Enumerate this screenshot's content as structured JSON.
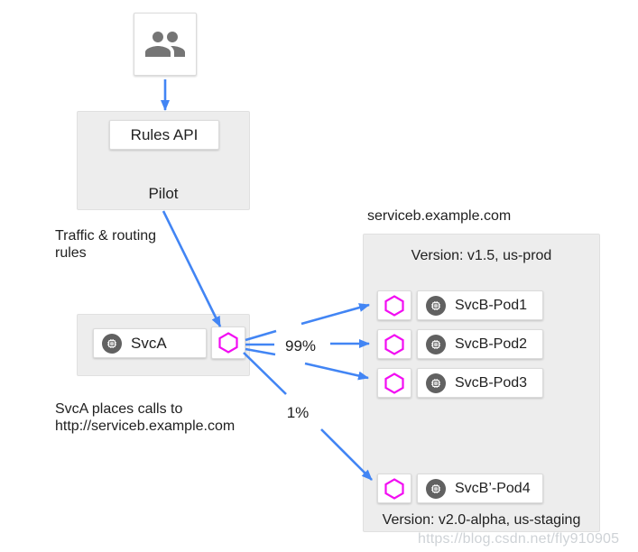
{
  "diagram": {
    "pilot": {
      "label": "Pilot",
      "rules_api_label": "Rules API"
    },
    "traffic_note_line1": "Traffic & routing",
    "traffic_note_line2": "rules",
    "svca": {
      "label": "SvcA"
    },
    "svca_note_line1": "SvcA places calls to",
    "svca_note_line2": "http://serviceb.example.com",
    "serviceb": {
      "title": "serviceb.example.com",
      "prod_version": "Version: v1.5, us-prod",
      "staging_version": "Version: v2.0-alpha, us-staging",
      "pods": [
        "SvcB-Pod1",
        "SvcB-Pod2",
        "SvcB-Pod3"
      ],
      "staging_pod": "SvcB’-Pod4"
    },
    "weight_major": "99%",
    "weight_minor": "1%",
    "watermark": "https://blog.csdn.net/fly910905",
    "icons": {
      "operator": "people-icon",
      "proxy": "envoy-hexagon-icon",
      "workload": "chip-icon"
    }
  },
  "colors": {
    "arrow": "#4285F4",
    "proxy-stroke": "#F20DF2",
    "icon-bg": "#616161",
    "people-icon": "#757575",
    "container-bg": "#EDEDED",
    "container-border": "#E0E0E0",
    "box-border": "#DBDBDB",
    "text": "#212121",
    "watermark": "#C6CBD0"
  }
}
